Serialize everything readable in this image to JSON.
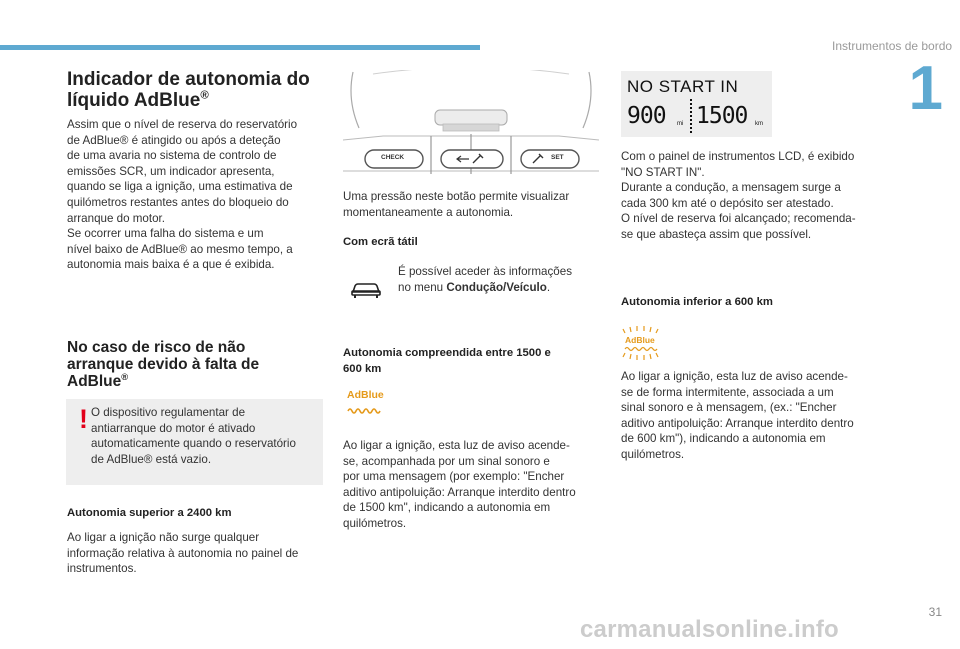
{
  "header": {
    "section_title": "Instrumentos de bordo",
    "chapter_number": "1"
  },
  "col1": {
    "title_line1": "Indicador de autonomia do",
    "title_line2": "líquido AdBlue",
    "title_sup": "®",
    "para1": [
      "Assim que o nível de reserva do reservatório",
      "de AdBlue® é atingido ou após a deteção",
      "de uma avaria no sistema de controlo de",
      "emissões SCR, um indicador apresenta,",
      "quando se liga a ignição, uma estimativa de",
      "quilómetros restantes antes do bloqueio do",
      "arranque do motor.",
      "Se ocorrer uma falha do sistema e um",
      "nível baixo de AdBlue® ao mesmo tempo, a",
      "autonomia mais baixa é a que é exibida."
    ],
    "subtitle_line1": "No caso de risco de não",
    "subtitle_line2": "arranque devido à falta de",
    "subtitle_line3": "AdBlue",
    "subtitle_sup": "®",
    "warning_mark": "!",
    "warning_lines": [
      "O dispositivo regulamentar de",
      "antiarranque do motor é ativado",
      "automaticamente quando o reservatório",
      "de AdBlue® está vazio."
    ],
    "sub_2400": "Autonomia superior a 2400 km",
    "para_2400": [
      "Ao ligar a ignição não surge qualquer",
      "informação relativa à autonomia no painel de",
      "instrumentos."
    ]
  },
  "col2": {
    "btn_check": "CHECK",
    "btn_set": "SET",
    "para_press": [
      "Uma pressão neste botão permite visualizar",
      "momentaneamente a autonomia."
    ],
    "sub_touch": "Com ecrã tátil",
    "touch_text_line1": "É possível aceder às informações",
    "touch_text_prefix": "no menu ",
    "touch_text_menu": "Condução/Veículo",
    "touch_text_suffix": ".",
    "sub_1500_line1": "Autonomia compreendida entre 1500 e",
    "sub_1500_line2": "600 km",
    "adblue_label": "AdBlue",
    "para_1500": [
      "Ao ligar a ignição, esta luz de aviso acende-",
      "se, acompanhada por um sinal sonoro e",
      "por uma mensagem (por exemplo: \"Encher",
      "aditivo antipoluição: Arranque interdito dentro",
      "de 1500 km\", indicando a autonomia em",
      "quilómetros."
    ]
  },
  "col3": {
    "lcd_title": "NO START IN",
    "lcd_value_mi": "900",
    "lcd_unit_mi": "mi",
    "lcd_value_km": "1500",
    "lcd_unit_km": "km",
    "para_lcd": [
      "Com o painel de instrumentos LCD, é exibido",
      "\"NO START IN\".",
      "Durante a condução, a mensagem surge a",
      "cada 300 km até o depósito ser atestado.",
      "O nível de reserva foi alcançado; recomenda-",
      "se que abasteça assim que possível."
    ],
    "sub_600": "Autonomia inferior a 600 km",
    "adblue_label": "AdBlue",
    "para_600": [
      "Ao ligar a ignição, esta luz de aviso acende-",
      "se de forma intermitente, associada a um",
      "sinal sonoro e à mensagem, (ex.: \"Encher",
      "aditivo antipoluição: Arranque interdito dentro",
      "de 600 km\"), indicando a autonomia em",
      "quilómetros."
    ]
  },
  "footer": {
    "page_number": "31",
    "watermark": "carmanualsonline.info"
  },
  "colors": {
    "accent_blue": "#5ea9d1",
    "adblue_amber": "#e59a1b",
    "warning_red": "#e2001a"
  }
}
